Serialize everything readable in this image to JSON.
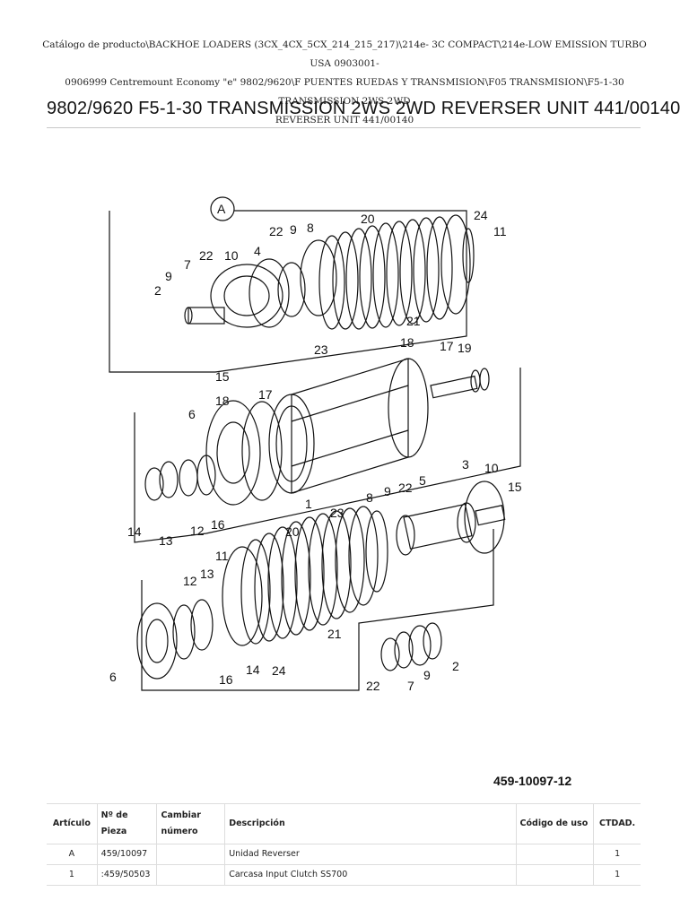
{
  "breadcrumb": {
    "line1": "Catálogo de producto\\BACKHOE LOADERS (3CX_4CX_5CX_214_215_217)\\214e- 3C COMPACT\\214e-LOW EMISSION TURBO USA 0903001-",
    "line2": "0906999 Centremount Economy \"e\" 9802/9620\\F PUENTES RUEDAS Y TRANSMISION\\F05 TRANSMISION\\F5-1-30 TRANSMISSION 2WS 2WD",
    "line3": "REVERSER UNIT 441/00140"
  },
  "page_title": "9802/9620 F5-1-30 TRANSMISSION 2WS 2WD REVERSER UNIT 441/00140",
  "diagram": {
    "figure_label": "A",
    "reference": "459-10097-12",
    "callouts": {
      "top": [
        "22",
        "9",
        "8",
        "20",
        "24",
        "11",
        "7",
        "22",
        "10",
        "4",
        "9",
        "2",
        "21",
        "23",
        "15"
      ],
      "middle": [
        "18",
        "17",
        "19",
        "6",
        "18",
        "17",
        "14",
        "13",
        "12",
        "16",
        "1"
      ],
      "bottom": [
        "3",
        "10",
        "15",
        "8",
        "9",
        "22",
        "5",
        "23",
        "20",
        "11",
        "13",
        "12",
        "21",
        "6",
        "16",
        "14",
        "24",
        "22",
        "7",
        "9",
        "2"
      ]
    }
  },
  "parts_table": {
    "headers": {
      "articulo": "Artículo",
      "pieza_1": "Nº de",
      "pieza_2": "Pieza",
      "cambiar_1": "Cambiar",
      "cambiar_2": "número",
      "descripcion": "Descripción",
      "codigo": "Código de uso",
      "ctdad": "CTDAD."
    },
    "rows": [
      {
        "articulo": "A",
        "pieza": "459/10097",
        "cambiar": "",
        "descripcion": "Unidad Reverser",
        "codigo": "",
        "ctdad": "1"
      },
      {
        "articulo": "1",
        "pieza": ":459/50503",
        "cambiar": "",
        "descripcion": "Carcasa Input Clutch SS700",
        "codigo": "",
        "ctdad": "1"
      }
    ]
  }
}
